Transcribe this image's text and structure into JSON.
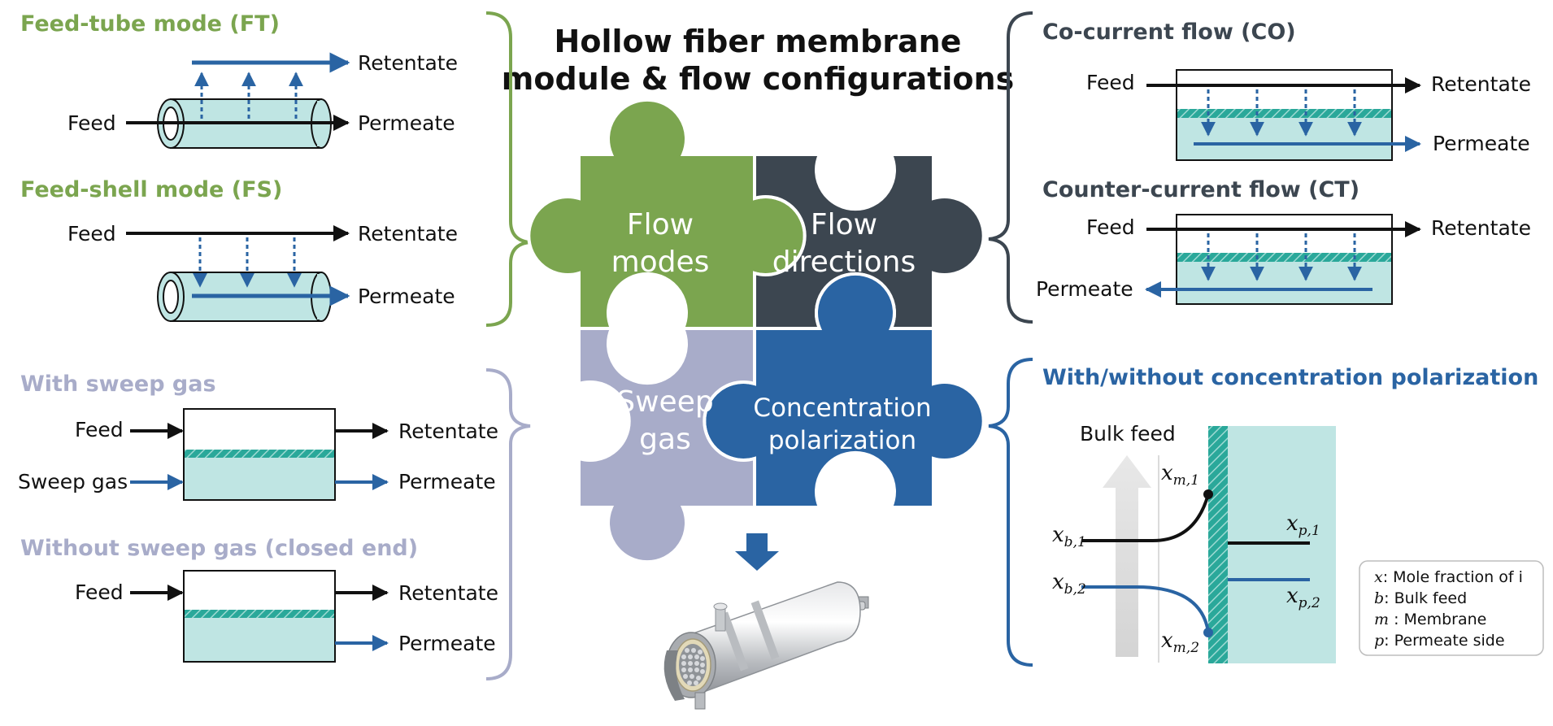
{
  "title": {
    "line1": "Hollow fiber membrane",
    "line2": "module & flow configurations"
  },
  "puzzle": {
    "flow_modes": [
      "Flow",
      "modes"
    ],
    "flow_directions": [
      "Flow",
      "directions"
    ],
    "sweep_gas": [
      "Sweep",
      "gas"
    ],
    "concentration_polarization": [
      "Concentration",
      "polarization"
    ]
  },
  "ft": {
    "heading": "Feed-tube mode (FT)",
    "feed": "Feed",
    "retentate": "Retentate",
    "permeate": "Permeate"
  },
  "fs": {
    "heading": "Feed-shell mode (FS)",
    "feed": "Feed",
    "retentate": "Retentate",
    "permeate": "Permeate"
  },
  "sweep": {
    "heading": "With sweep gas",
    "feed": "Feed",
    "sweep_gas": "Sweep gas",
    "retentate": "Retentate",
    "permeate": "Permeate"
  },
  "closed": {
    "heading": "Without sweep gas (closed end)",
    "feed": "Feed",
    "retentate": "Retentate",
    "permeate": "Permeate"
  },
  "co": {
    "heading": "Co-current flow (CO)",
    "feed": "Feed",
    "retentate": "Retentate",
    "permeate": "Permeate"
  },
  "ct": {
    "heading": "Counter-current flow (CT)",
    "feed": "Feed",
    "retentate": "Retentate",
    "permeate": "Permeate"
  },
  "cp": {
    "heading": "With/without concentration polarization",
    "bulk_feed": "Bulk feed",
    "xm1_sub": "m,1",
    "xm2_sub": "m,2",
    "xb1_sub": "b,1",
    "xb2_sub": "b,2",
    "xp1_sub": "p,1",
    "xp2_sub": "p,2",
    "var": "x"
  },
  "legend": [
    {
      "sym": "x",
      "text": ": Mole fraction of i"
    },
    {
      "sym": "b",
      "text": ": Bulk feed"
    },
    {
      "sym": "m",
      "text": " : Membrane"
    },
    {
      "sym": "p",
      "text": ": Permeate side"
    }
  ],
  "colors": {
    "green": "#7ba54f",
    "dark": "#3c4650",
    "lavender": "#a8acc9",
    "blue": "#2a64a3",
    "membrane_teal": "#2aa89a",
    "fluid": "#bfe5e3"
  }
}
